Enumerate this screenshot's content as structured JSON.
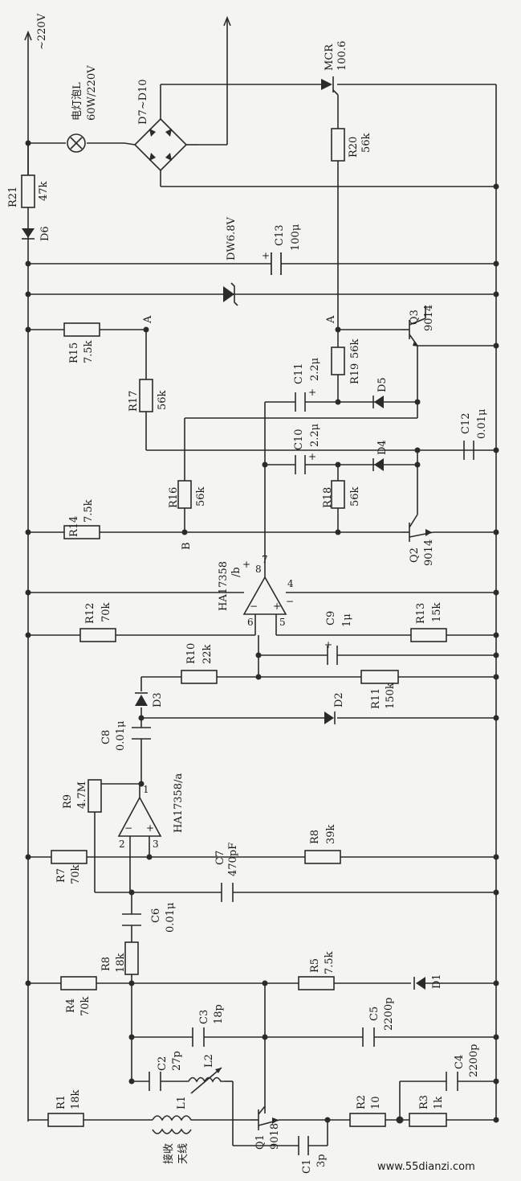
{
  "supply": "~220V",
  "lamp": {
    "name": "电灯泡L",
    "rating": "60W/220V"
  },
  "bridge": "D7~D10",
  "mcr": {
    "name": "MCR",
    "value": "100.6"
  },
  "r20": {
    "name": "R20",
    "value": "56k"
  },
  "r21": {
    "name": "R21",
    "value": "47k"
  },
  "d6": "D6",
  "zener": "DW6.8V",
  "c13": {
    "name": "C13",
    "value": "100μ"
  },
  "node_a1": "A",
  "node_a2": "A",
  "node_b": "B",
  "q3": {
    "name": "Q3",
    "value": "9014"
  },
  "r15": {
    "name": "R15",
    "value": "7.5k"
  },
  "r17": {
    "name": "R17",
    "value": "56k"
  },
  "c11": {
    "name": "C11",
    "value": "2.2μ"
  },
  "r19": {
    "name": "R19",
    "value": "56k"
  },
  "d5": "D5",
  "c10": {
    "name": "C10",
    "value": "2.2μ"
  },
  "d4": "D4",
  "c12": {
    "name": "C12",
    "value": "0.01μ"
  },
  "r14": {
    "name": "R14",
    "value": "7.5k"
  },
  "r16": {
    "name": "R16",
    "value": "56k"
  },
  "r18": {
    "name": "R18",
    "value": "56k"
  },
  "q2": {
    "name": "Q2",
    "value": "9014"
  },
  "u1b": {
    "name": "HA17358",
    "sub": "/b",
    "pins": [
      "8",
      "7",
      "6",
      "5",
      "4"
    ]
  },
  "r12": {
    "name": "R12",
    "value": "70k"
  },
  "c9": {
    "name": "C9",
    "value": "1μ"
  },
  "r13": {
    "name": "R13",
    "value": "15k"
  },
  "r10": {
    "name": "R10",
    "value": "22k"
  },
  "d3": "D3",
  "d2": "D2",
  "r11": {
    "name": "R11",
    "value": "150k"
  },
  "c8": {
    "name": "C8",
    "value": "0.01μ"
  },
  "r9": {
    "name": "R9",
    "value": "4.7M"
  },
  "u1a": {
    "name": "HA17358/a",
    "pins": [
      "1",
      "2",
      "3"
    ]
  },
  "r7": {
    "name": "R7",
    "value": "70k"
  },
  "c7": {
    "name": "C7",
    "value": "470pF"
  },
  "r8b": {
    "name": "R8",
    "value": "39k"
  },
  "c6": {
    "name": "C6",
    "value": "0.01μ"
  },
  "r8a": {
    "name": "R8",
    "value": "18k"
  },
  "r4": {
    "name": "R4",
    "value": "70k"
  },
  "r5": {
    "name": "R5",
    "value": "7.5k"
  },
  "d1": "D1",
  "c3": {
    "name": "C3",
    "value": "18p"
  },
  "c5": {
    "name": "C5",
    "value": "2200p"
  },
  "c2": {
    "name": "C2",
    "value": "27p"
  },
  "l2": "L2",
  "c4": {
    "name": "C4",
    "value": "2200p"
  },
  "r1": {
    "name": "R1",
    "value": "18k"
  },
  "l1": "L1",
  "antenna": {
    "line1": "接收",
    "line2": "天线"
  },
  "q1": {
    "name": "Q1",
    "value": "9018"
  },
  "r2": {
    "name": "R2",
    "value": "10"
  },
  "r3": {
    "name": "R3",
    "value": "1k"
  },
  "c1": {
    "name": "C1",
    "value": "3p"
  },
  "watermark": "www.55dianzi.com"
}
